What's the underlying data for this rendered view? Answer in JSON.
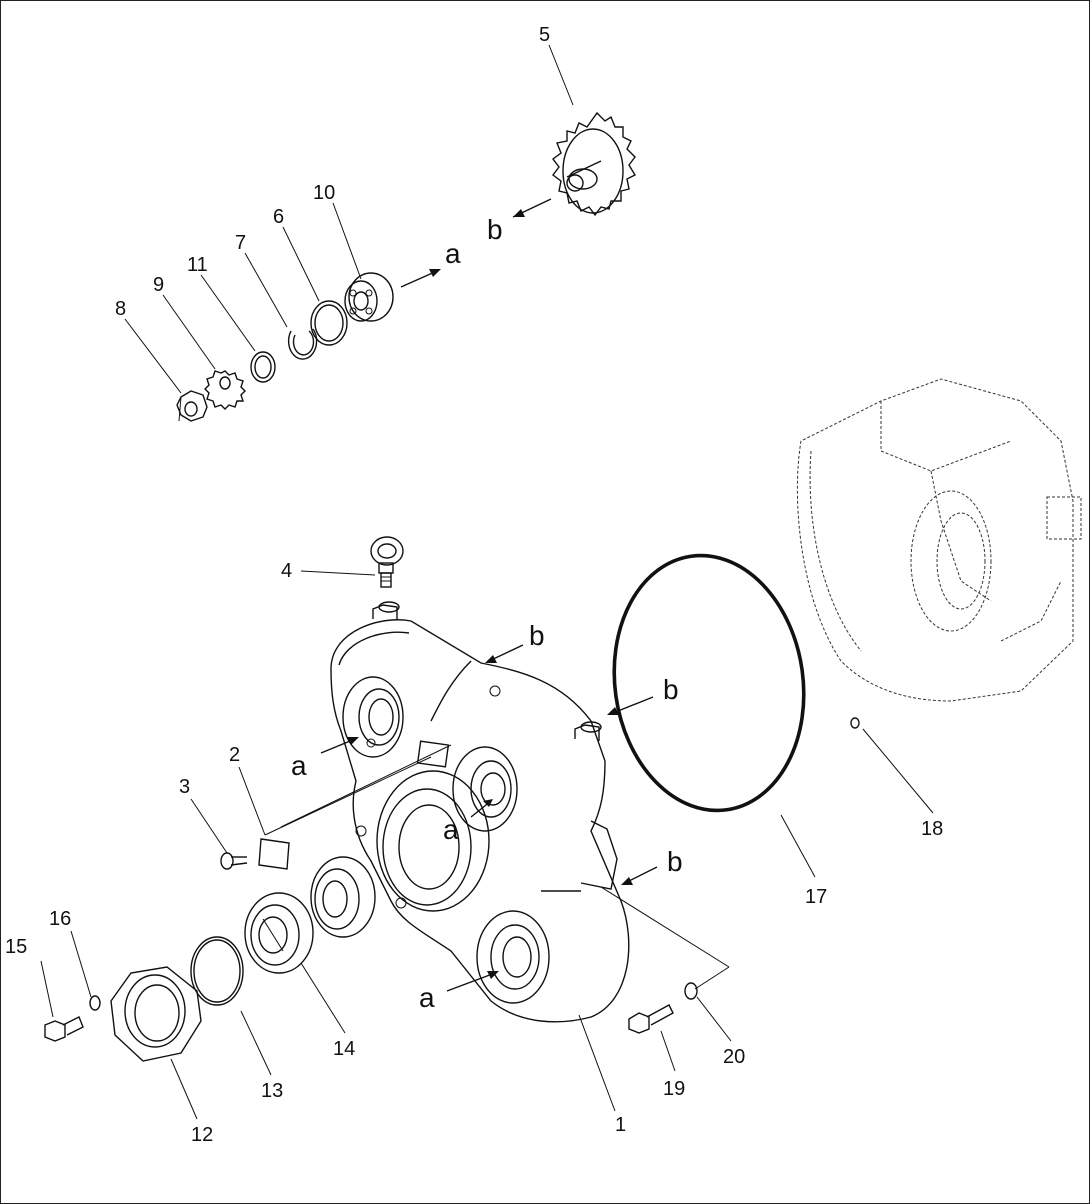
{
  "part_numbers": {
    "p1": "1",
    "p2": "2",
    "p3": "3",
    "p4": "4",
    "p5": "5",
    "p6": "6",
    "p7": "7",
    "p8": "8",
    "p9": "9",
    "p10": "10",
    "p11": "11",
    "p12": "12",
    "p13": "13",
    "p14": "14",
    "p15": "15",
    "p16": "16",
    "p17": "17",
    "p18": "18",
    "p19": "19",
    "p20": "20"
  },
  "reference_letters": {
    "a": "a",
    "b": "b"
  }
}
